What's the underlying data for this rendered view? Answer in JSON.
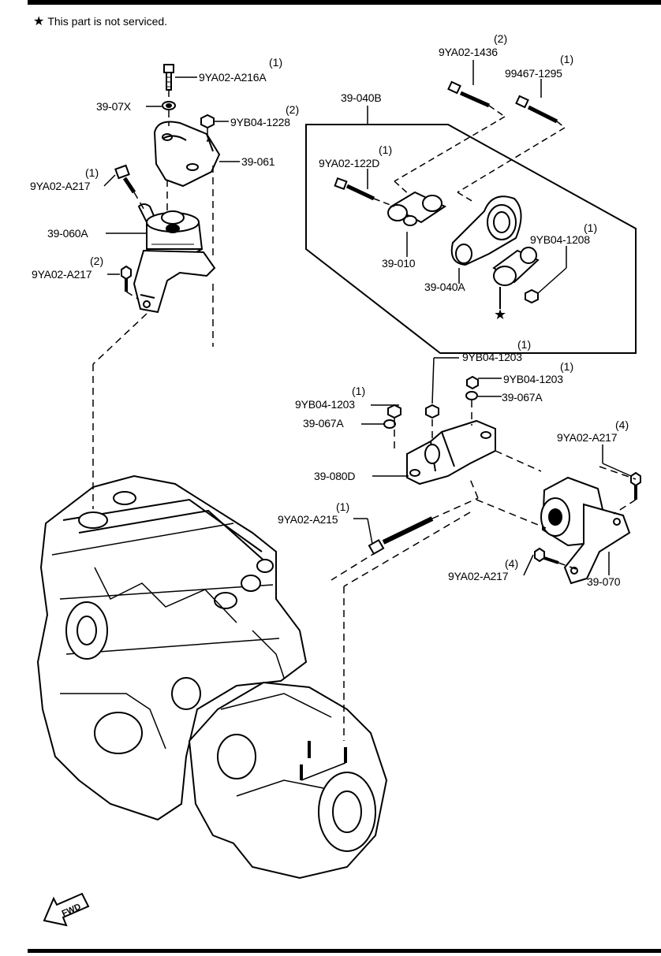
{
  "note": {
    "star": "★",
    "text": "This part is not serviced."
  },
  "fwd": "FWD",
  "callouts": [
    {
      "id": "c1",
      "part": "9YA02-A216A",
      "qty": "(1)"
    },
    {
      "id": "c2",
      "part": "39-07X",
      "qty": ""
    },
    {
      "id": "c3",
      "part": "9YB04-1228",
      "qty": "(2)"
    },
    {
      "id": "c4",
      "part": "39-061",
      "qty": ""
    },
    {
      "id": "c5",
      "part": "9YA02-A217",
      "qty": "(1)"
    },
    {
      "id": "c6",
      "part": "39-060A",
      "qty": ""
    },
    {
      "id": "c7",
      "part": "9YA02-A217",
      "qty": "(2)"
    },
    {
      "id": "c8",
      "part": "9YA02-1436",
      "qty": "(2)"
    },
    {
      "id": "c9",
      "part": "99467-1295",
      "qty": "(1)"
    },
    {
      "id": "c10",
      "part": "39-040B",
      "qty": ""
    },
    {
      "id": "c11",
      "part": "9YA02-122D",
      "qty": "(1)"
    },
    {
      "id": "c12",
      "part": "39-010",
      "qty": ""
    },
    {
      "id": "c13",
      "part": "39-040A",
      "qty": ""
    },
    {
      "id": "c14",
      "part": "9YB04-1208",
      "qty": "(1)"
    },
    {
      "id": "c15",
      "part": "9YB04-1203",
      "qty": "(1)"
    },
    {
      "id": "c16",
      "part": "9YB04-1203",
      "qty": "(1)"
    },
    {
      "id": "c17",
      "part": "9YB04-1203",
      "qty": "(1)"
    },
    {
      "id": "c18",
      "part": "39-067A",
      "qty": ""
    },
    {
      "id": "c19",
      "part": "39-067A",
      "qty": ""
    },
    {
      "id": "c20",
      "part": "39-080D",
      "qty": ""
    },
    {
      "id": "c21",
      "part": "9YA02-A217",
      "qty": "(4)"
    },
    {
      "id": "c22",
      "part": "9YA02-A215",
      "qty": "(1)"
    },
    {
      "id": "c23",
      "part": "9YA02-A217",
      "qty": "(4)"
    },
    {
      "id": "c24",
      "part": "39-070",
      "qty": ""
    }
  ],
  "star_marker": "★"
}
